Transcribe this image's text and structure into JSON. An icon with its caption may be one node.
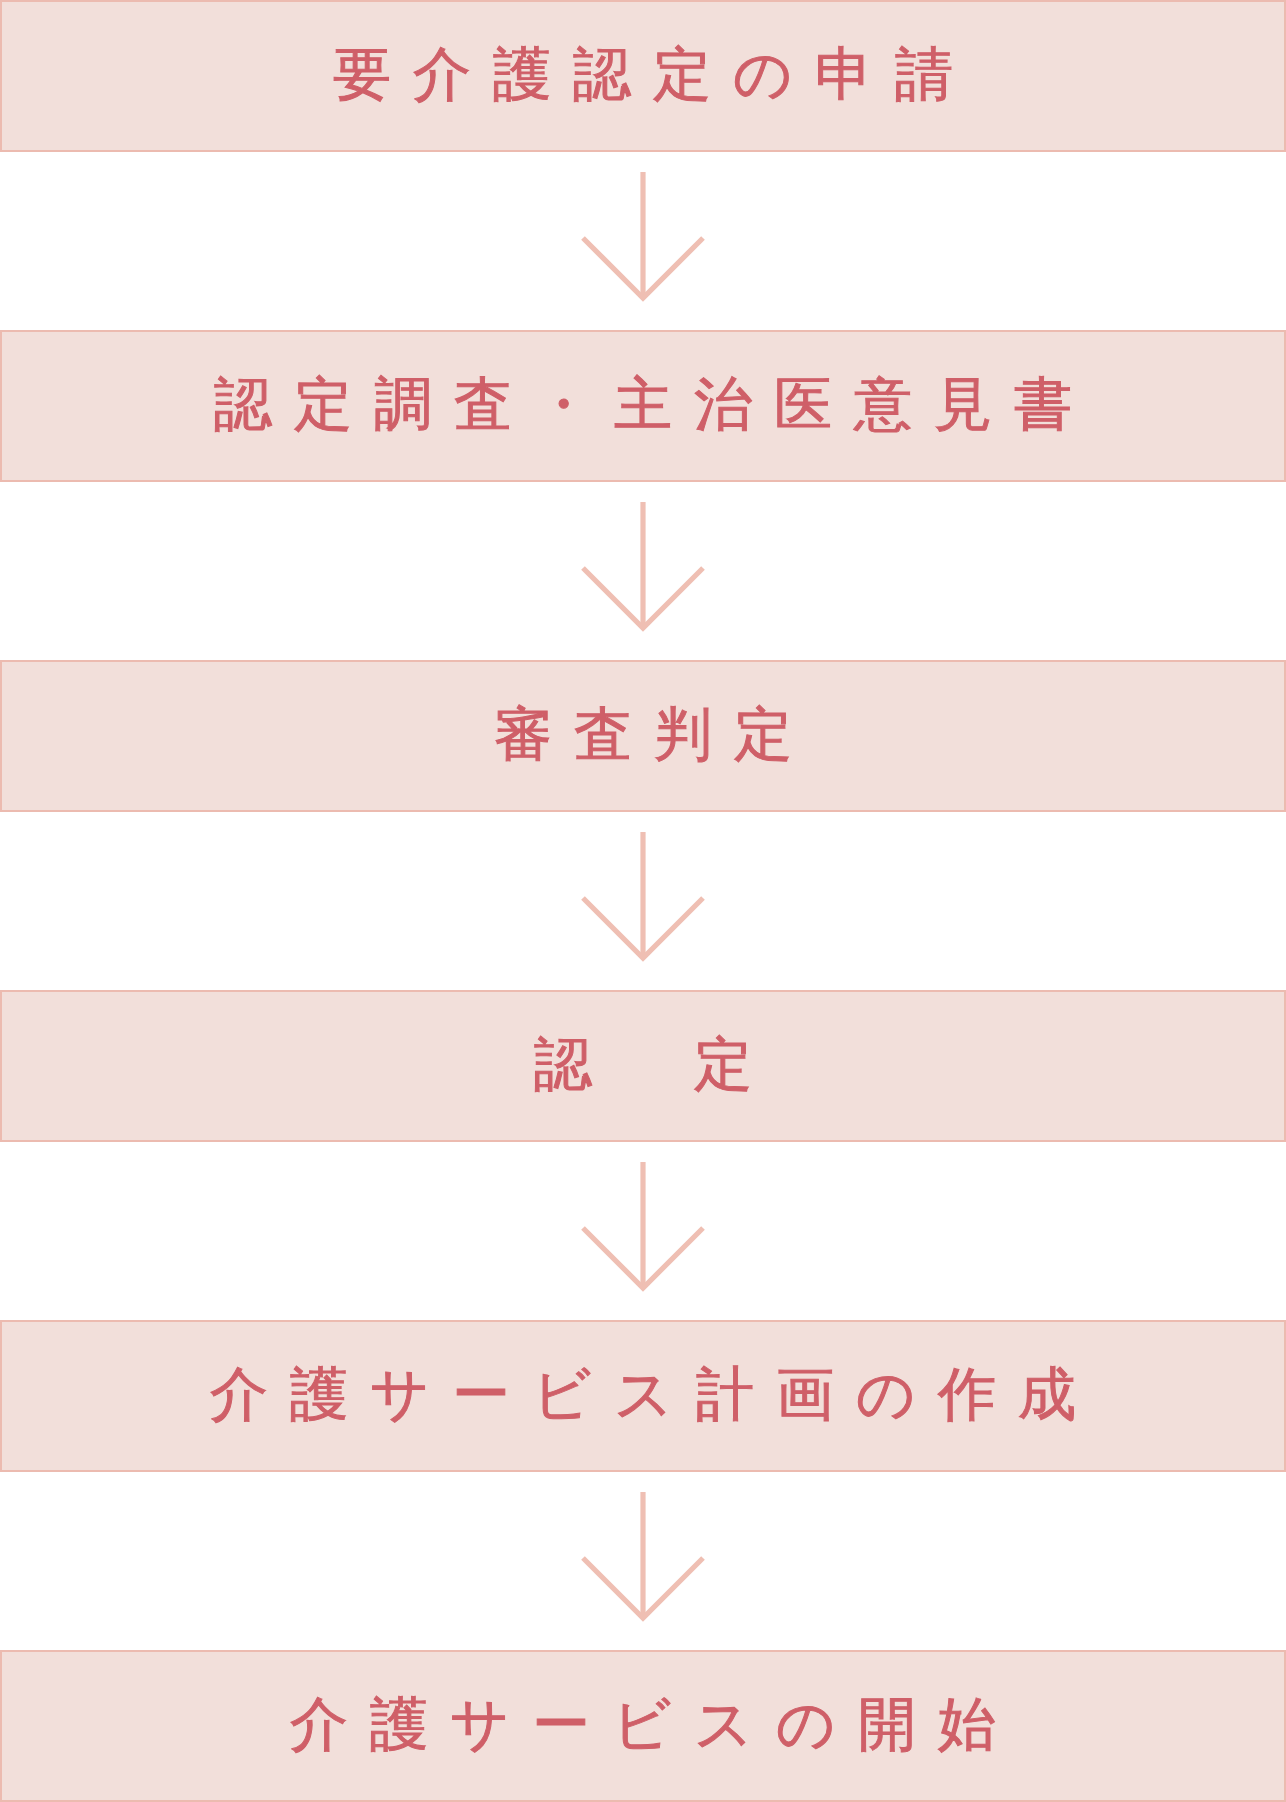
{
  "diagram": {
    "nodes": [
      {
        "text": [
          "要介護認定の申請"
        ]
      },
      {
        "text": [
          "認定調査・主治医意見書"
        ]
      },
      {
        "text": [
          "審査判定"
        ]
      },
      {
        "text": [
          "認　定"
        ]
      },
      {
        "text": [
          "介護サービス計画の作成"
        ]
      },
      {
        "text": [
          "介護サービスの開始"
        ]
      }
    ],
    "edges": [
      {
        "from": 0,
        "to": 1,
        "arrow": "to"
      },
      {
        "from": 1,
        "to": 2,
        "arrow": "to"
      },
      {
        "from": 2,
        "to": 3,
        "arrow": "to"
      },
      {
        "from": 3,
        "to": 4,
        "arrow": "to"
      },
      {
        "from": 4,
        "to": 5,
        "arrow": "to"
      }
    ]
  }
}
